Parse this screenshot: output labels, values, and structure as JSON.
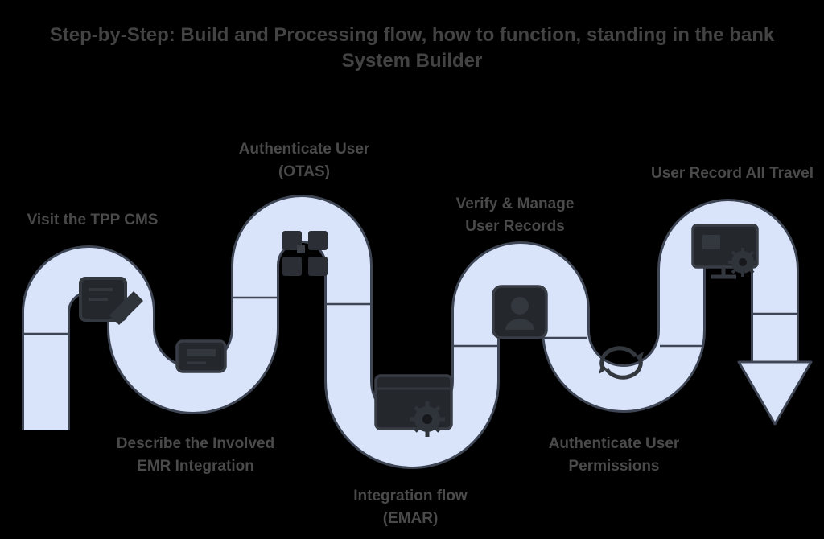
{
  "title": {
    "line1": "Step-by-Step: Build and Processing flow, how to function, standing in the bank",
    "line2": "System Builder"
  },
  "steps": [
    {
      "line1": "Visit the TPP CMS",
      "line2": "",
      "icon": "form-pencil-icon"
    },
    {
      "line1": "Authenticate User",
      "line2": "(OTAS)",
      "icon": "card-icon"
    },
    {
      "line1": "Verify & Manage",
      "line2": "User Records",
      "icon": "grid-icon"
    },
    {
      "line1": "User Record All Travel",
      "line2": "",
      "icon": "monitor-gear-icon"
    },
    {
      "line1": "Describe the Involved",
      "line2": "EMR Integration",
      "icon": "window-gear-icon"
    },
    {
      "line1": "Integration flow",
      "line2": "(EMAR)",
      "icon": "user-badge-icon"
    },
    {
      "line1": "Authenticate User",
      "line2": "Permissions",
      "icon": "sync-arrows-icon"
    }
  ],
  "flow": {
    "shape": "serpentine-ribbon",
    "end_marker": "down-arrow"
  },
  "colors": {
    "background": "#000000",
    "ribbon_fill": "#d9e4fb",
    "ribbon_outline": "#3e4554",
    "title_text": "#434343",
    "label_text": "#4a4a4a",
    "icon": "#2c3037"
  }
}
